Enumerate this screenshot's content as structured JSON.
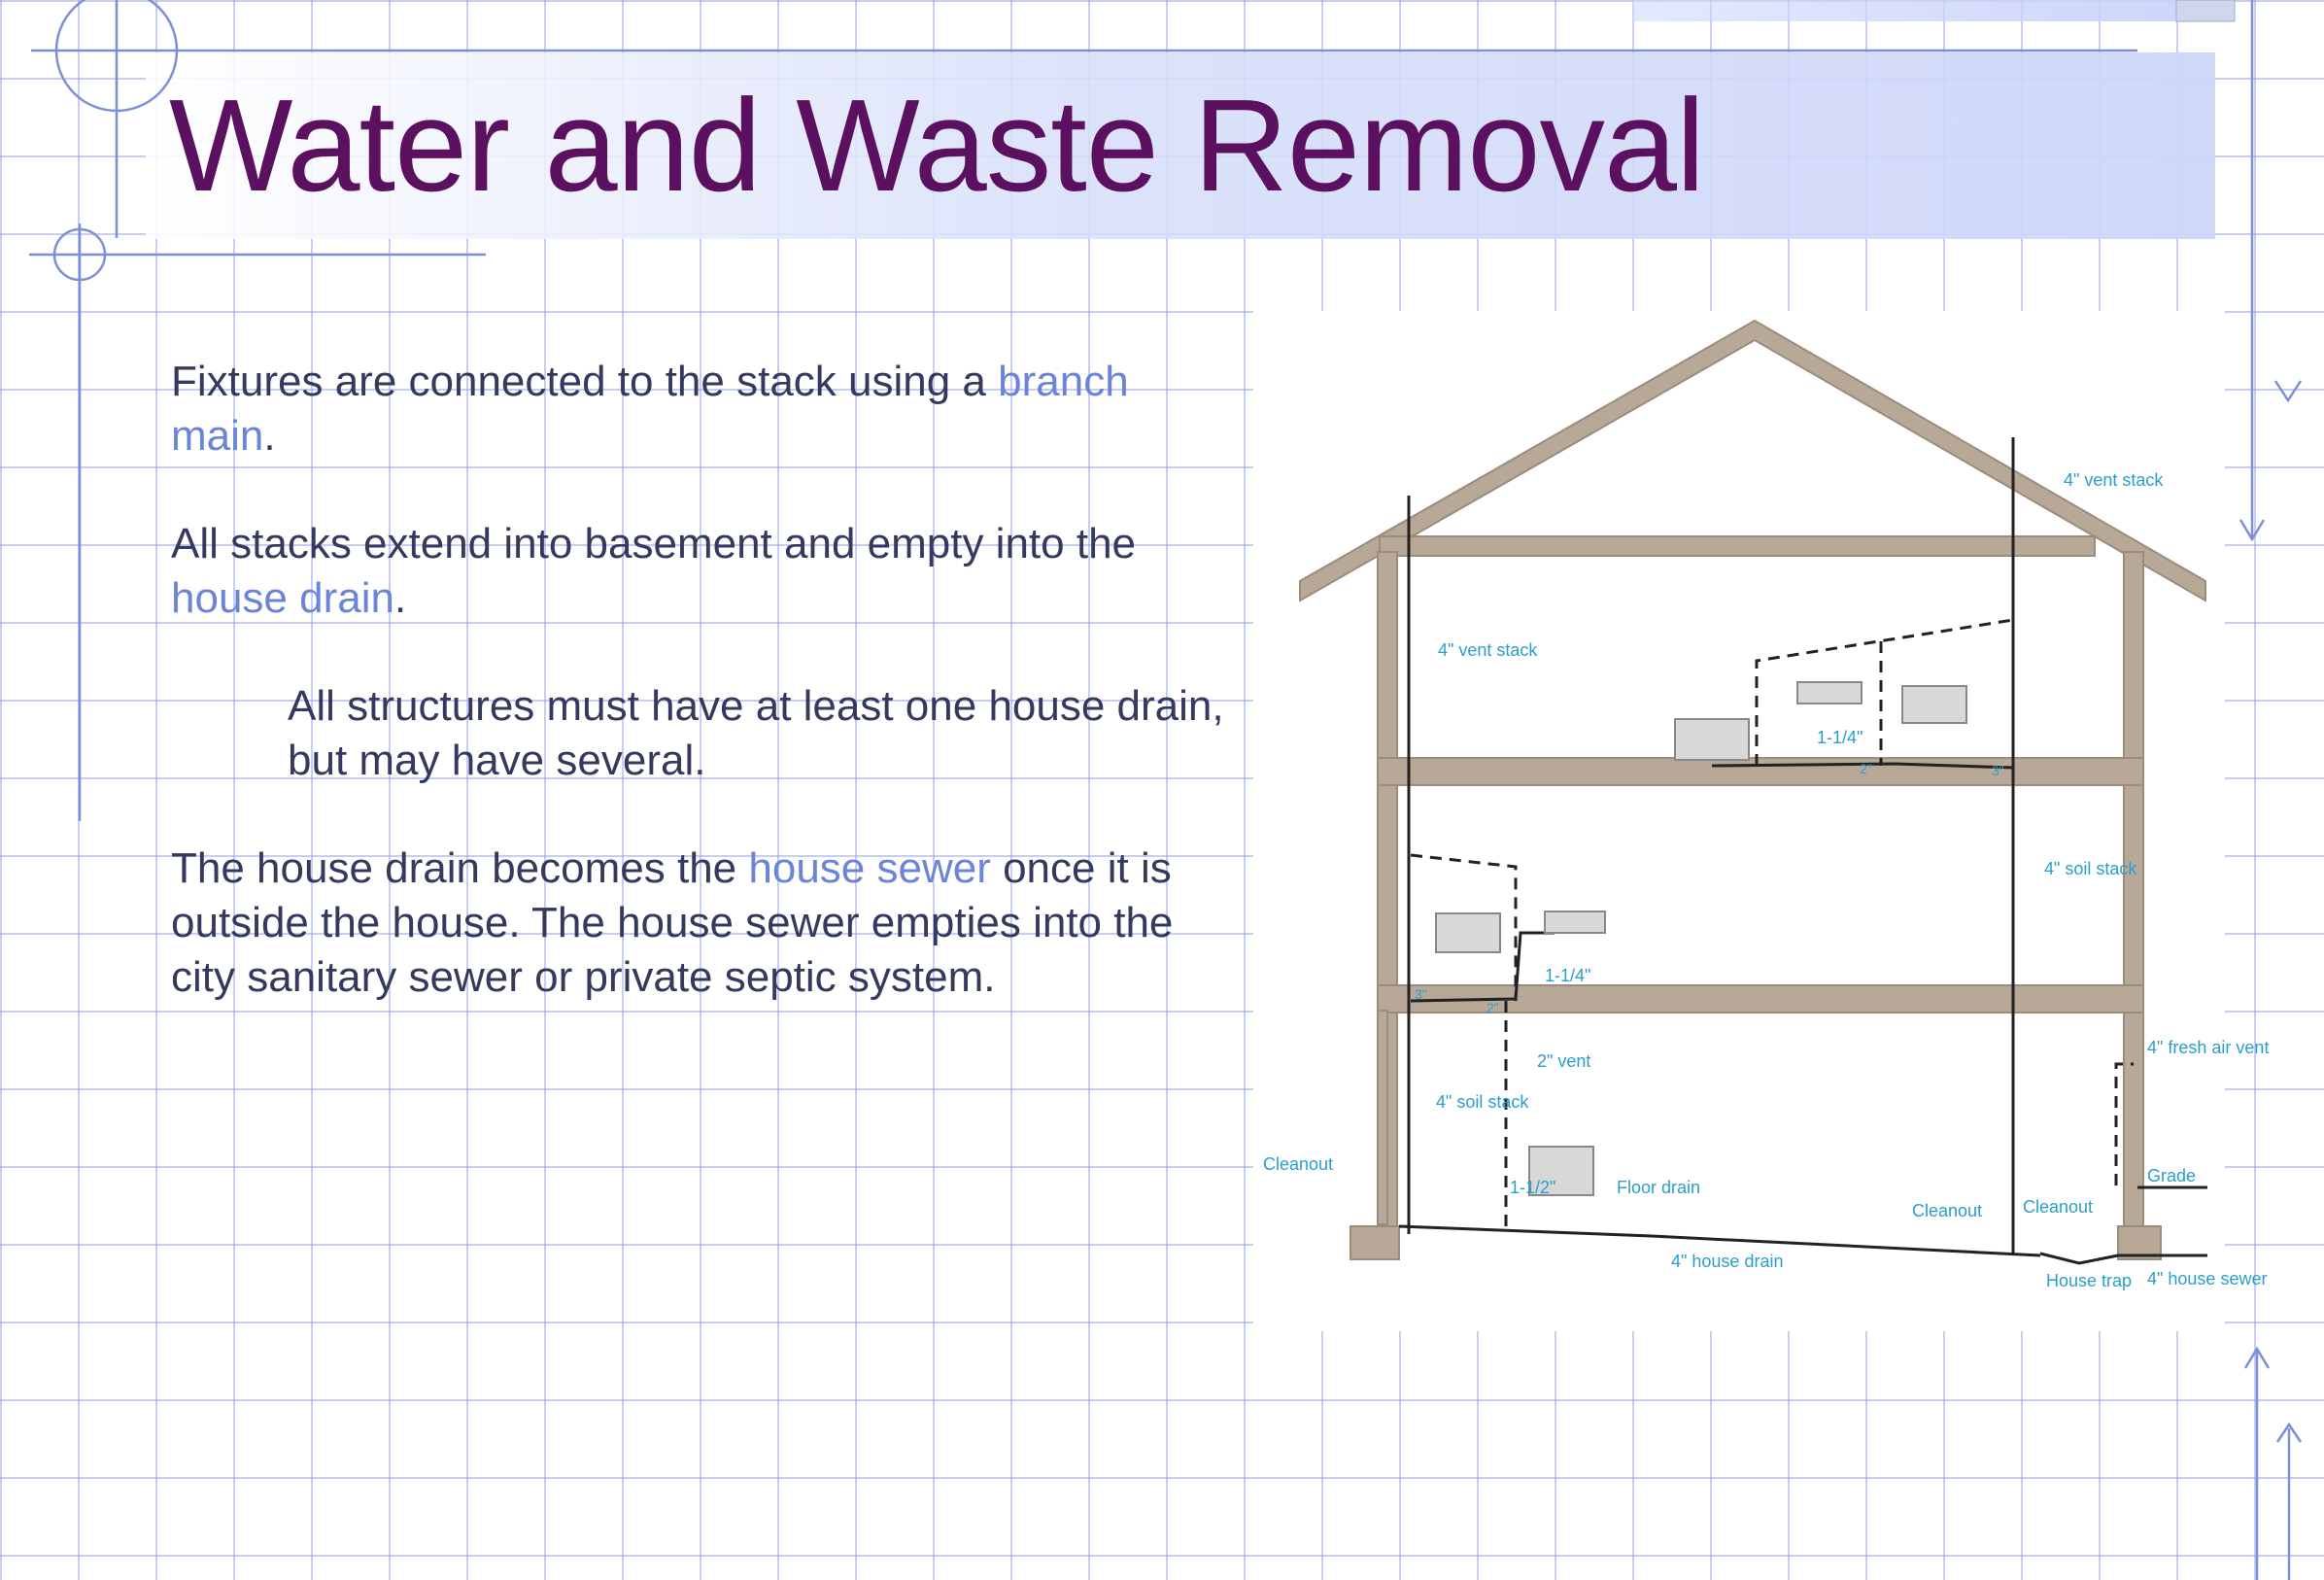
{
  "slide": {
    "title": "Water and Waste Removal",
    "paragraphs": [
      {
        "before": "Fixtures are connected to the stack using a ",
        "term": "branch main",
        "after": "."
      },
      {
        "before": "All stacks extend into basement and empty into the ",
        "term": "house drain",
        "after": "."
      },
      {
        "text": "All structures must have at least one house drain, but may have several."
      },
      {
        "before": "The house drain becomes the ",
        "term": "house sewer",
        "after": " once it is outside the house.  The house sewer empties into the city sanitary sewer or private septic system."
      }
    ]
  },
  "diagram": {
    "labels": {
      "vent_stack_roof": "4\" vent stack",
      "vent_stack_upper": "4\" vent stack",
      "pipe_upper": "1-1/4\"",
      "size_upper_a": "2\"",
      "size_upper_b": "3\"",
      "soil_stack_right": "4\" soil stack",
      "pipe_middle": "1-1/4\"",
      "size_middle_a": "3\"",
      "size_middle_b": "2\"",
      "vent_2": "2\" vent",
      "soil_stack_left": "4\" soil stack",
      "cleanout_left": "Cleanout",
      "pipe_basement": "1-1/2\"",
      "floor_drain": "Floor drain",
      "fresh_air_vent": "4\" fresh air vent",
      "grade": "Grade",
      "cleanout_mid": "Cleanout",
      "cleanout_right": "Cleanout",
      "house_drain": "4\" house drain",
      "house_trap": "House trap",
      "house_sewer": "4\" house sewer"
    },
    "colors": {
      "wall": "#b8a898",
      "label": "#2a9fc8",
      "pipe": "#222222",
      "fixture": "#d8d8d8"
    }
  },
  "colors": {
    "title": "#5b1060",
    "body": "#35395e",
    "accent": "#6c84d8",
    "grid": "#96a5e6"
  }
}
